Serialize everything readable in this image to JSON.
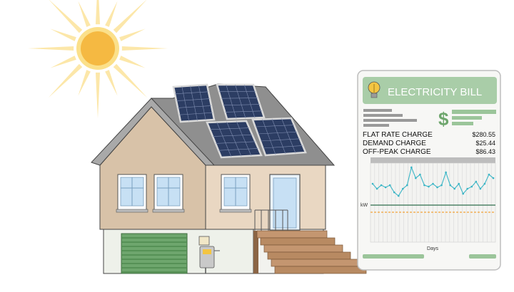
{
  "bill": {
    "title": "ELECTRICITY BILL",
    "charges": [
      {
        "label": "FLAT RATE CHARGE",
        "amount": "$280.55"
      },
      {
        "label": "DEMAND CHARGE",
        "amount": "$25.44"
      },
      {
        "label": "OFF-PEAK CHARGE",
        "amount": "$86.43"
      }
    ],
    "currency_symbol": "$",
    "chart": {
      "ylabel": "kW",
      "xlabel": "Days",
      "usage": [
        0.62,
        0.55,
        0.6,
        0.57,
        0.6,
        0.5,
        0.45,
        0.55,
        0.6,
        0.85,
        0.7,
        0.75,
        0.6,
        0.58,
        0.62,
        0.57,
        0.6,
        0.78,
        0.6,
        0.55,
        0.62,
        0.48,
        0.55,
        0.58,
        0.65,
        0.55,
        0.62,
        0.75,
        0.7
      ]
    }
  },
  "colors": {
    "sun": "#f7c84a",
    "wall": "#d8c2a8",
    "roof": "#8f8f8f",
    "panel": "#2c3d63",
    "garage": "#6ea66d",
    "bill_accent": "#9bc59a",
    "usage_line": "#3ab5c6",
    "avg_line": "#2f6f4e",
    "offpeak_line": "#f2a33a"
  }
}
